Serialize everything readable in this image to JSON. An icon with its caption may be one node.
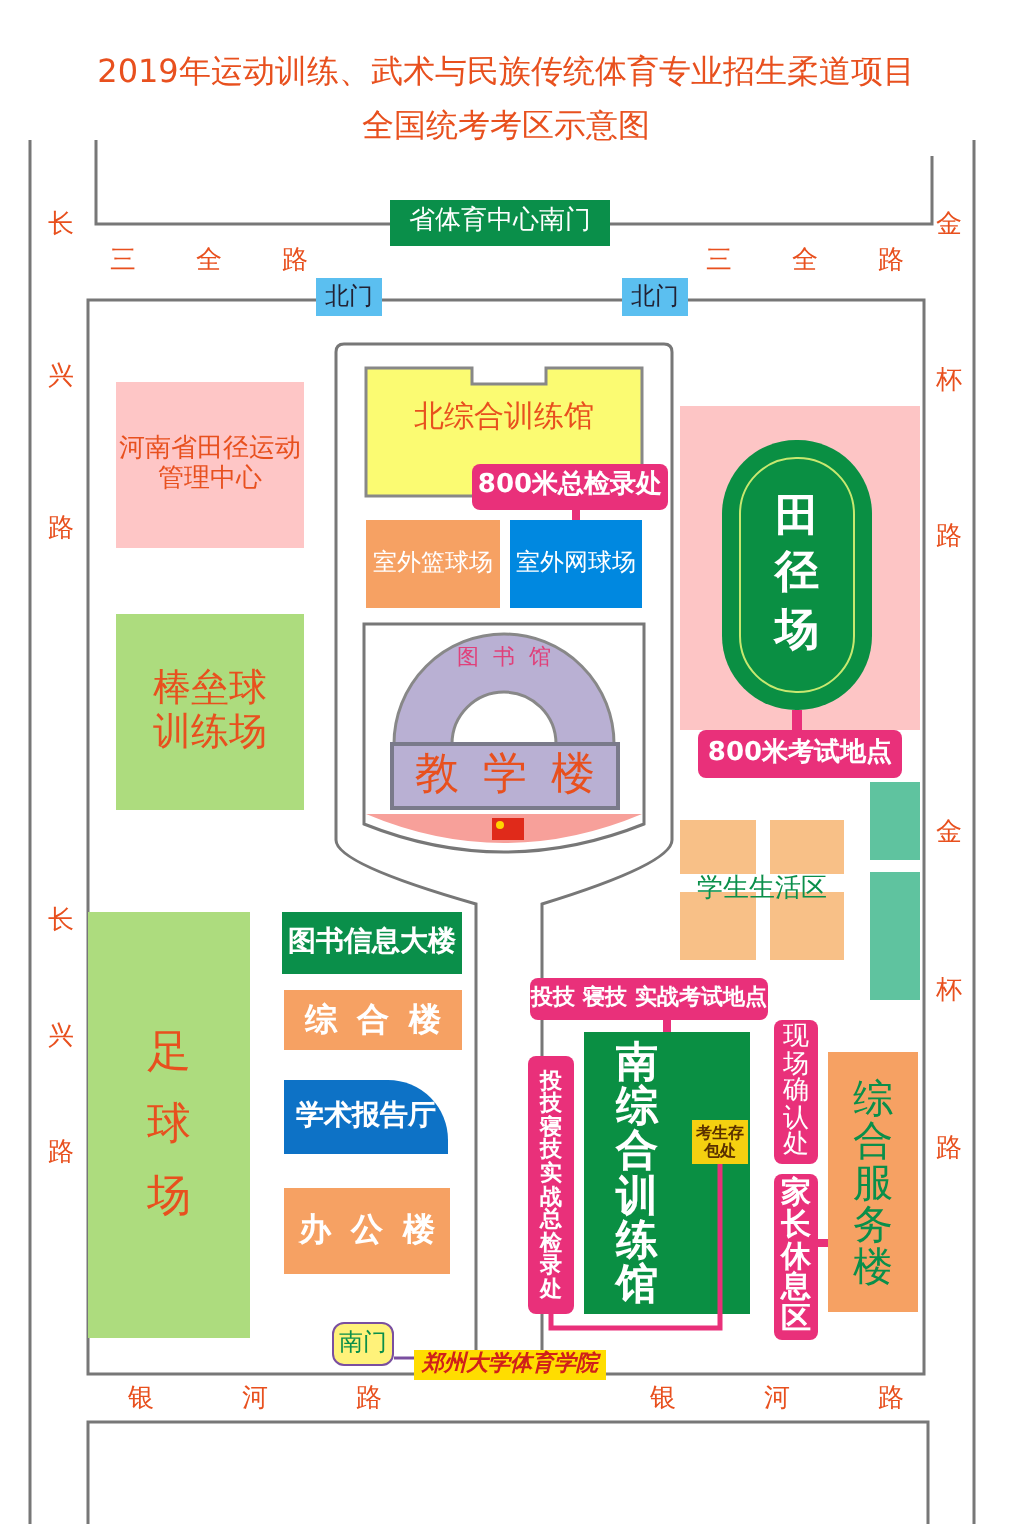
{
  "diagram": {
    "title": "2019年运动训练、武术与民族传统体育专业招生柔道项目全国统考考区示意图",
    "nodes": [
      {
        "text": [
          "省体育中心南门"
        ]
      },
      {
        "text": [
          "北门"
        ]
      },
      {
        "text": [
          "北门"
        ]
      },
      {
        "text": [
          "河南省田径运动管理中心"
        ]
      },
      {
        "text": [
          "北综合训练馆"
        ]
      },
      {
        "text": [
          "800米总检录处"
        ]
      },
      {
        "text": [
          "室外篮球场"
        ]
      },
      {
        "text": [
          "室外网球场"
        ]
      },
      {
        "text": [
          "田径场"
        ]
      },
      {
        "text": [
          "800米考试地点"
        ]
      },
      {
        "text": [
          "棒垒球训练场"
        ]
      },
      {
        "text": [
          "图书馆"
        ]
      },
      {
        "text": [
          "教学楼"
        ]
      },
      {
        "text": [
          "学生生活区"
        ]
      },
      {
        "text": [
          "足球场"
        ]
      },
      {
        "text": [
          "图书信息大楼"
        ]
      },
      {
        "text": [
          "综合楼"
        ]
      },
      {
        "text": [
          "学术报告厅"
        ]
      },
      {
        "text": [
          "办公楼"
        ]
      },
      {
        "text": [
          "投技 寝技 实战考试地点"
        ]
      },
      {
        "text": [
          "投技寝技实战总检录处"
        ]
      },
      {
        "text": [
          "南综合训练馆"
        ]
      },
      {
        "text": [
          "考生存包处"
        ],
        "in": 21
      },
      {
        "text": [
          "现场确认处"
        ]
      },
      {
        "text": [
          "家长休息区"
        ]
      },
      {
        "text": [
          "综合服务楼"
        ]
      },
      {
        "text": [
          "南门"
        ]
      },
      {
        "text": [
          "郑州大学体育学院"
        ]
      }
    ],
    "edges": [
      {
        "from": 5,
        "to": 7,
        "arrow": "none"
      },
      {
        "from": 9,
        "to": 8,
        "arrow": "none"
      },
      {
        "from": 19,
        "to": 21,
        "arrow": "none"
      },
      {
        "from": 20,
        "to": 22,
        "arrow": "none"
      },
      {
        "from": 24,
        "to": 25,
        "arrow": "none"
      },
      {
        "from": 26,
        "to": 27,
        "arrow": "none",
        "color": "#7a4fa0"
      }
    ],
    "labels": [
      "长兴路",
      "三全路",
      "三全路",
      "金杯路",
      "长兴路",
      "金杯路",
      "银河路",
      "银河路"
    ]
  }
}
